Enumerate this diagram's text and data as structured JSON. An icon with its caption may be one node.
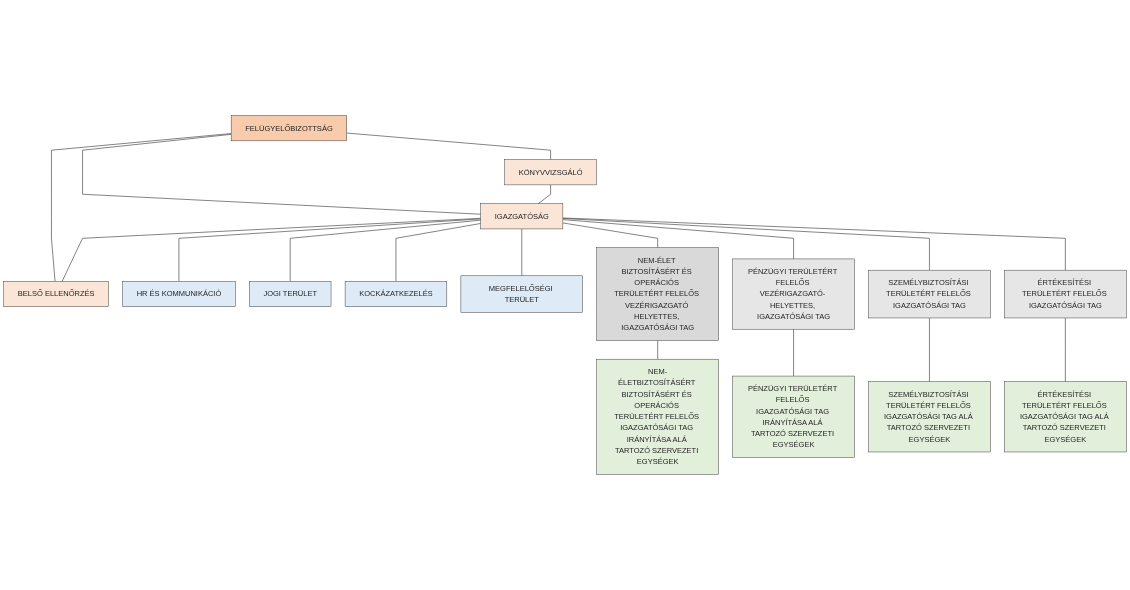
{
  "diagram": {
    "nodes": [
      {
        "text": [
          "FELÜGYELŐBIZOTTSÁG"
        ]
      },
      {
        "text": [
          "KÖNYVVIZSGÁLÓ"
        ]
      },
      {
        "text": [
          "IGAZGATÓSÁG"
        ]
      },
      {
        "text": [
          "BELSŐ ELLENŐRZÉS"
        ]
      },
      {
        "text": [
          "HR ÉS KOMMUNIKÁCIÓ"
        ]
      },
      {
        "text": [
          "JOGI TERÜLET"
        ]
      },
      {
        "text": [
          "KOCKÁZATKEZELÉS"
        ]
      },
      {
        "text": [
          "MEGFELELŐSÉGI TERÜLET"
        ]
      },
      {
        "text": [
          "NEM-ÉLET BIZTOSÍTÁSÉRT ÉS OPERÁCIÓS TERÜLETÉRT FELELŐS VEZÉRIGAZGATÓ HELYETTES, IGAZGATÓSÁGI TAG"
        ]
      },
      {
        "text": [
          "PÉNZÜGYI TERÜLETÉRT FELELŐS VEZÉRIGAZGATÓ- HELYETTES, IGAZGATÓSÁGI TAG"
        ]
      },
      {
        "text": [
          "SZEMÉLYBIZTOSÍTÁSI TERÜLETÉRT FELELŐS IGAZGATÓSÁGI TAG"
        ]
      },
      {
        "text": [
          "ÉRTÉKESÍTÉSI TERÜLETÉRT FELELŐS IGAZGATÓSÁGI TAG"
        ]
      },
      {
        "text": [
          "NEM-ÉLETBIZTOSÍTÁSÉRT BIZTOSÍTÁSÉRT ÉS OPERÁCIÓS TERÜLETÉRT FELELŐS IGAZGATÓSÁGI TAG IRÁNYÍTÁSA ALÁ TARTOZÓ SZERVEZETI EGYSÉGEK"
        ]
      },
      {
        "text": [
          "PÉNZÜGYI TERÜLETÉRT FELELŐS IGAZGATÓSÁGI TAG IRÁNYÍTÁSA ALÁ TARTOZÓ SZERVEZETI EGYSÉGEK"
        ]
      },
      {
        "text": [
          "SZEMÉLYBIZTOSÍTÁSI TERÜLETÉRT FELELŐS IGAZGATÓSÁGI TAG ALÁ TARTOZÓ SZERVEZETI EGYSÉGEK"
        ]
      },
      {
        "text": [
          "ÉRTÉKESÍTÉSI TERÜLETÉRT FELELŐS IGAZGATÓSÁGI TAG ALÁ TARTOZÓ SZERVEZETI EGYSÉGEK"
        ]
      }
    ],
    "edges": [
      {
        "from": 0,
        "to": 1,
        "arrow": "none"
      },
      {
        "from": 0,
        "to": 2,
        "arrow": "none"
      },
      {
        "from": 0,
        "to": 3,
        "arrow": "none"
      },
      {
        "from": 1,
        "to": 2,
        "arrow": "none"
      },
      {
        "from": 2,
        "to": 3,
        "arrow": "none"
      },
      {
        "from": 2,
        "to": 4,
        "arrow": "none"
      },
      {
        "from": 2,
        "to": 5,
        "arrow": "none"
      },
      {
        "from": 2,
        "to": 6,
        "arrow": "none"
      },
      {
        "from": 2,
        "to": 7,
        "arrow": "none"
      },
      {
        "from": 2,
        "to": 8,
        "arrow": "none"
      },
      {
        "from": 2,
        "to": 9,
        "arrow": "none"
      },
      {
        "from": 2,
        "to": 10,
        "arrow": "none"
      },
      {
        "from": 2,
        "to": 11,
        "arrow": "none"
      },
      {
        "from": 8,
        "to": 12,
        "arrow": "none"
      },
      {
        "from": 9,
        "to": 13,
        "arrow": "none"
      },
      {
        "from": 10,
        "to": 14,
        "arrow": "none"
      },
      {
        "from": 11,
        "to": 15,
        "arrow": "none"
      }
    ]
  }
}
